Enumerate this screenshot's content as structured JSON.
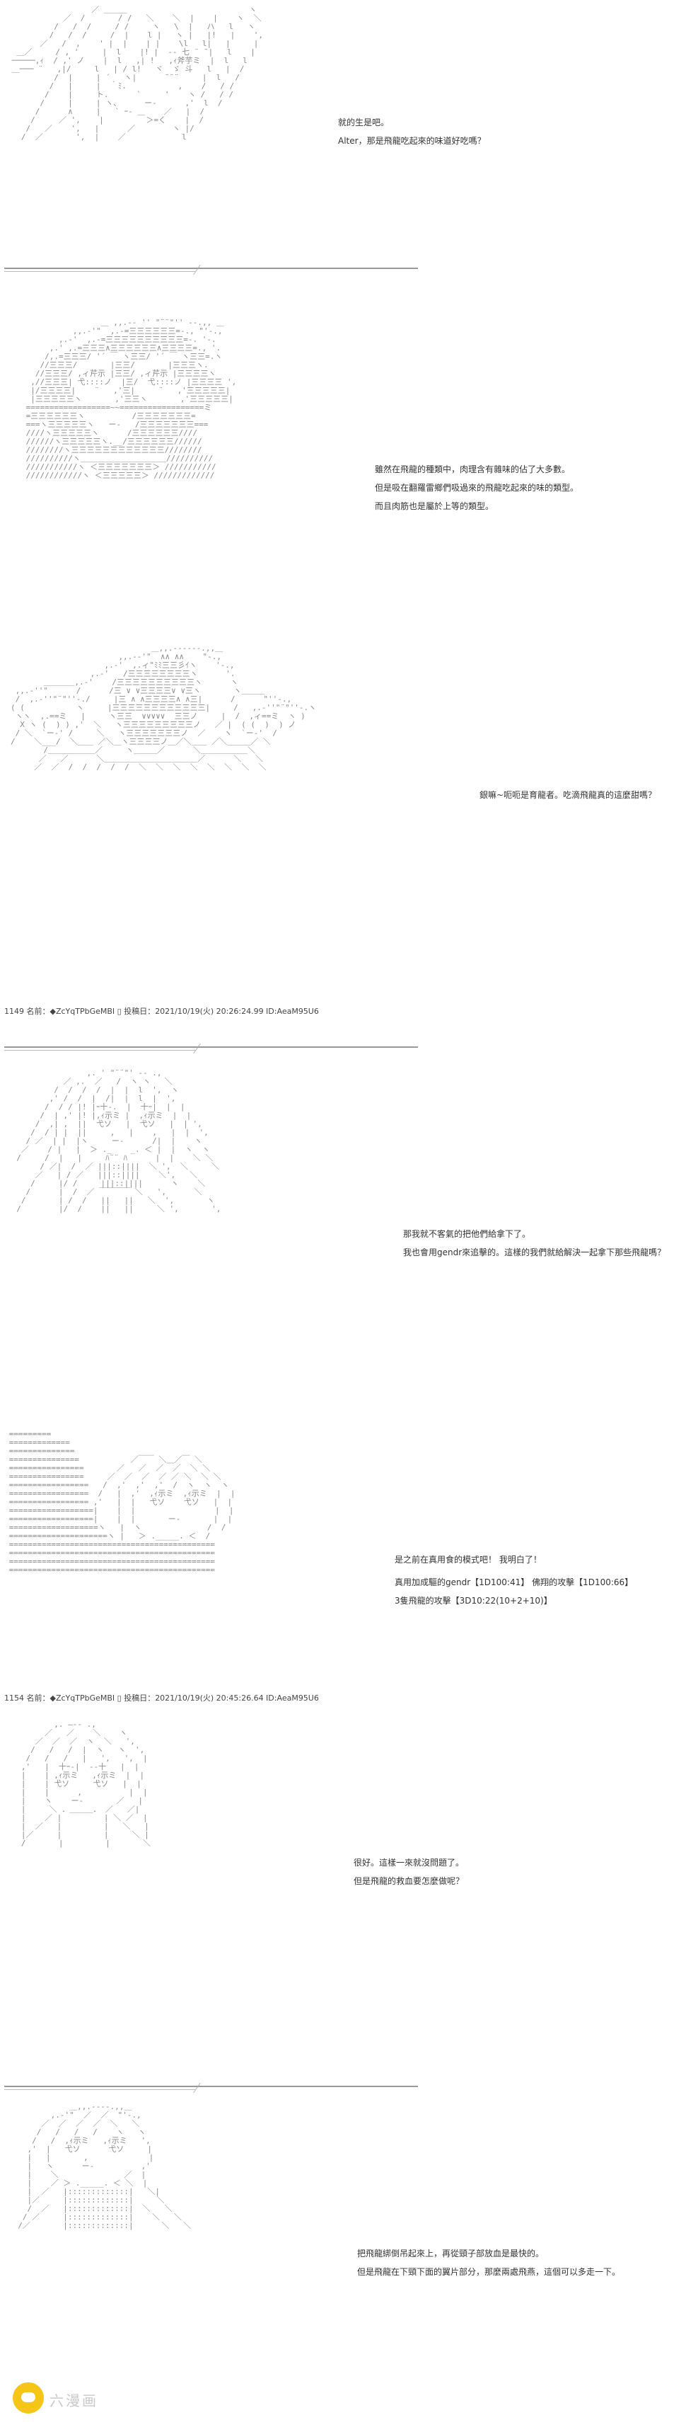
{
  "panel1": {
    "lines": [
      "就的生是吧。",
      "Alter，那是飛龍吃起來的味道好吃嗎？"
    ]
  },
  "panel2": {
    "lines": [
      "雖然在飛龍的種類中，肉理含有雜味的佔了大多數。",
      "但是吸在翻羅雷鄉們吸過來的飛龍吃起來的味的類型。",
      "而且肉筋也是屬於上等的類型。"
    ]
  },
  "panel3": {
    "lines": [
      "銀嘛~呃呃是育龍者。吃滴飛龍真的這麼甜嗎？"
    ]
  },
  "post1": {
    "header": "1149 名前：◆ZcYqTPbGeMBI ▯ 投稿日：2021/10/19(火) 20:26:24.99 ID:AeaM95U6"
  },
  "panel4": {
    "lines": [
      "那我就不客氣的把他們給拿下了。",
      "我也會用gendr來追擊的。這樣的我們就給解決一起拿下那些飛龍嗎？"
    ]
  },
  "panel5": {
    "lines": [
      "是之前在真用食的模式吧！ 我明白了！",
      "真用加成驅的gendr【1D100:41】 佛翔的攻擊【1D100:66】",
      "3隻飛龍的攻擊【3D10:22(10+2+10)】"
    ]
  },
  "post2": {
    "header": "1154 名前：◆ZcYqTPbGeMBI ▯ 投稿日：2021/10/19(火) 20:45:26.64 ID:AeaM95U6"
  },
  "panel6": {
    "lines": [
      "很好。這樣一來就沒問題了。",
      "但是飛龍的救血要怎麼做呢？"
    ]
  },
  "panel7": {
    "lines": [
      "把飛龍綁倒吊起來上，再從頸子部放血是最快的。",
      "但是飛龍在下頸下面的翼片部分，那麼兩處飛燕，這個可以多走一下。"
    ]
  },
  "watermark": {
    "text": "六漫画"
  }
}
